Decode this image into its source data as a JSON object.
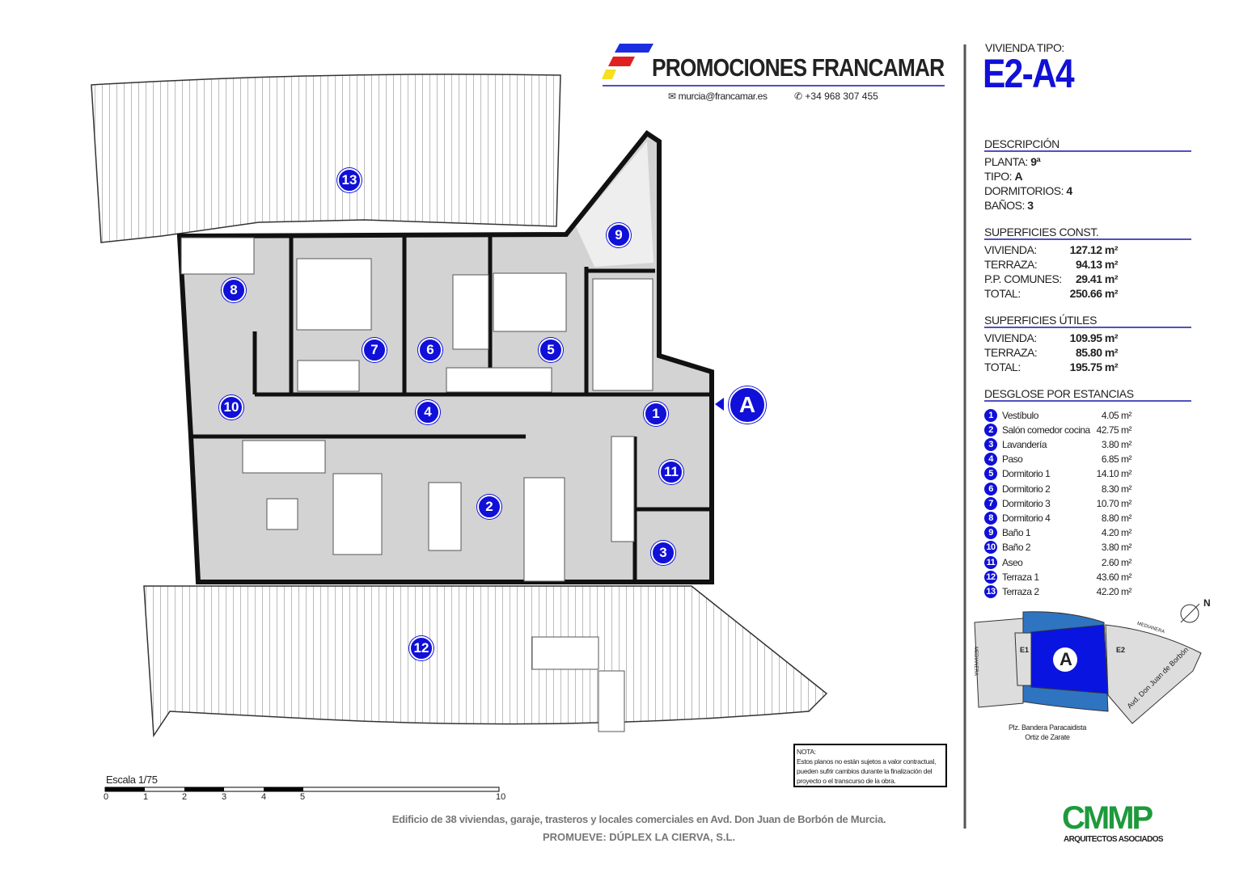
{
  "header": {
    "brand": "PROMOCIONES FRANCAMAR",
    "email": "murcia@francamar.es",
    "phone": "+34 968 307 455"
  },
  "unit": {
    "label": "VIVIENDA TIPO:",
    "code": "E2-A4"
  },
  "descripcion": {
    "title": "DESCRIPCIÓN",
    "items": [
      {
        "k": "PLANTA:",
        "v": "9ª"
      },
      {
        "k": "TIPO:",
        "v": "A"
      },
      {
        "k": "DORMITORIOS:",
        "v": "4"
      },
      {
        "k": "BAÑOS:",
        "v": "3"
      }
    ]
  },
  "sup_const": {
    "title": "SUPERFICIES CONST.",
    "items": [
      {
        "k": "VIVIENDA:",
        "v": "127.12 m²"
      },
      {
        "k": "TERRAZA:",
        "v": "94.13 m²"
      },
      {
        "k": "P.P. COMUNES:",
        "v": "29.41 m²"
      },
      {
        "k": "TOTAL:",
        "v": "250.66 m²"
      }
    ]
  },
  "sup_utiles": {
    "title": "SUPERFICIES ÚTILES",
    "items": [
      {
        "k": "VIVIENDA:",
        "v": "109.95 m²"
      },
      {
        "k": "TERRAZA:",
        "v": "85.80 m²"
      },
      {
        "k": "TOTAL:",
        "v": "195.75 m²"
      }
    ]
  },
  "desglose": {
    "title": "DESGLOSE POR ESTANCIAS",
    "items": [
      {
        "n": "1",
        "name": "Vestíbulo",
        "area": "4.05 m²"
      },
      {
        "n": "2",
        "name": "Salón comedor cocina",
        "area": "42.75 m²"
      },
      {
        "n": "3",
        "name": "Lavandería",
        "area": "3.80 m²"
      },
      {
        "n": "4",
        "name": "Paso",
        "area": "6.85 m²"
      },
      {
        "n": "5",
        "name": "Dormitorio 1",
        "area": "14.10 m²"
      },
      {
        "n": "6",
        "name": "Dormitorio 2",
        "area": "8.30 m²"
      },
      {
        "n": "7",
        "name": "Dormitorio 3",
        "area": "10.70 m²"
      },
      {
        "n": "8",
        "name": "Dormitorio 4",
        "area": "8.80 m²"
      },
      {
        "n": "9",
        "name": "Baño 1",
        "area": "4.20 m²"
      },
      {
        "n": "10",
        "name": "Baño 2",
        "area": "3.80 m²"
      },
      {
        "n": "11",
        "name": "Aseo",
        "area": "2.60 m²"
      },
      {
        "n": "12",
        "name": "Terraza 1",
        "area": "43.60 m²"
      },
      {
        "n": "13",
        "name": "Terraza 2",
        "area": "42.20 m²"
      }
    ]
  },
  "keyplan": {
    "north": "N",
    "unit": "A",
    "e1": "E1",
    "e2": "E2",
    "medianera1": "MEDIANERA",
    "medianera2": "MEDIANERA",
    "plaza": "Plz. Bandera Paracaidista",
    "plaza2": "Ortiz de Zarate",
    "avenida": "Avd. Don Juan de Borbón"
  },
  "plan": {
    "entrance": "A",
    "markers": [
      "1",
      "2",
      "3",
      "4",
      "5",
      "6",
      "7",
      "8",
      "9",
      "10",
      "11",
      "12",
      "13"
    ]
  },
  "nota": {
    "title": "NOTA:",
    "text": "Estos planos no están sujetos a valor contractual, pueden sufrir cambios durante la finalización del proyecto o el transcurso de la obra."
  },
  "scale": {
    "title": "Escala 1/75",
    "ticks": [
      "0",
      "1",
      "2",
      "3",
      "4",
      "5",
      "10"
    ]
  },
  "footer": {
    "line1": "Edificio de 38 viviendas, garaje, trasteros y locales comerciales en Avd. Don Juan de Borbón de Murcia.",
    "line2": "PROMUEVE: DÚPLEX LA CIERVA, S.L."
  },
  "architect": {
    "logo": "CMMP",
    "sub": "ARQUITECTOS ASOCIADOS"
  },
  "colors": {
    "marker": "#1010d8",
    "rule": "#5050c0",
    "logo_green": "#1e9a3c"
  }
}
